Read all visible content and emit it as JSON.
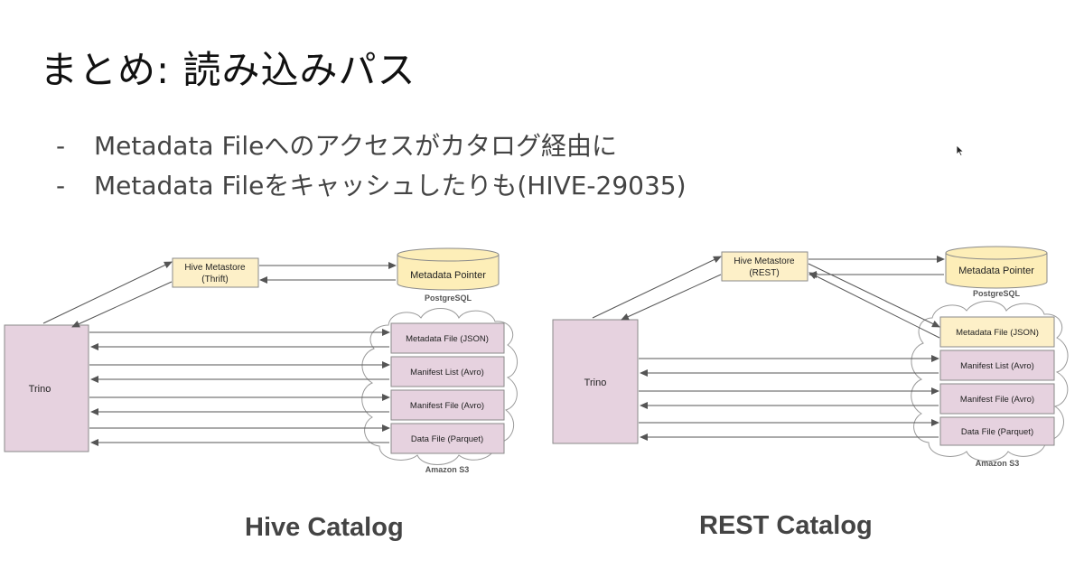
{
  "title": "まとめ: 読み込みパス",
  "bullets": [
    {
      "dash": "-",
      "text": "Metadata Fileへのアクセスがカタログ経由に"
    },
    {
      "dash": "-",
      "text": "Metadata Fileをキャッシュしたりも(HIVE-29035)"
    }
  ],
  "diagrams": {
    "hive": {
      "caption": "Hive Catalog",
      "client": "Trino",
      "metastore_line1": "Hive Metastore",
      "metastore_line2": "(Thrift)",
      "db_label": "Metadata Pointer",
      "db_caption": "PostgreSQL",
      "files": [
        "Metadata File (JSON)",
        "Manifest List (Avro)",
        "Manifest File (Avro)",
        "Data File (Parquet)"
      ],
      "storage_caption": "Amazon S3"
    },
    "rest": {
      "caption": "REST Catalog",
      "client": "Trino",
      "metastore_line1": "Hive Metastore",
      "metastore_line2": "(REST)",
      "db_label": "Metadata Pointer",
      "db_caption": "PostgreSQL",
      "files": [
        "Metadata File (JSON)",
        "Manifest List (Avro)",
        "Manifest File (Avro)",
        "Data File (Parquet)"
      ],
      "storage_caption": "Amazon S3"
    }
  },
  "colors": {
    "client_fill": "#e6d2df",
    "file_fill": "#e6d2df",
    "metastore_fill": "#fdf0c8",
    "db_fill": "#fdeeb8",
    "metadata_highlight_fill": "#fdf0c8",
    "border": "#8a8a8a",
    "arrow": "#555555"
  }
}
